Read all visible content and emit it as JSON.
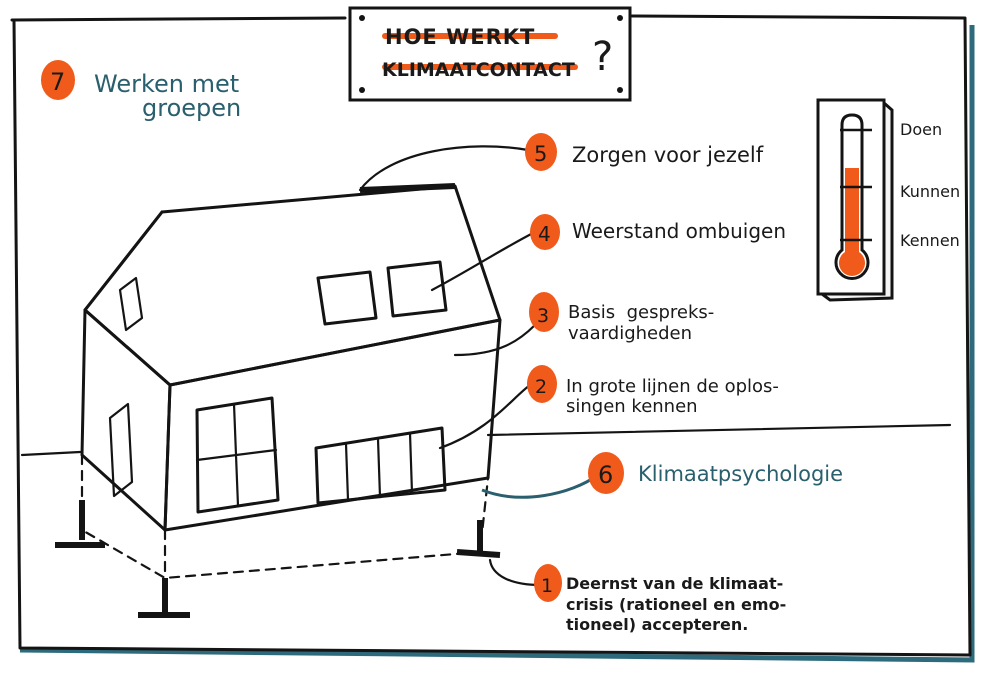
{
  "title": {
    "line1": "HOE WERKT",
    "line2": "KLIMAATCONTACT",
    "question_mark": "?"
  },
  "thermometer": {
    "levels": [
      "Doen",
      "Kunnen",
      "Kennen"
    ]
  },
  "steps": [
    {
      "number": "1",
      "lines": [
        "Deernst van de klimaat-",
        "crisis (rationeel en emo-",
        "tioneel) accepteren."
      ]
    },
    {
      "number": "2",
      "lines": [
        "In grote lijnen de oplos-",
        "singen kennen"
      ]
    },
    {
      "number": "3",
      "lines": [
        "Basis  gespreks-",
        "vaardigheden"
      ]
    },
    {
      "number": "4",
      "lines": [
        "Weerstand ombuigen"
      ]
    },
    {
      "number": "5",
      "lines": [
        "Zorgen voor jezelf"
      ]
    },
    {
      "number": "6",
      "lines": [
        "Klimaatpsychologie"
      ]
    },
    {
      "number": "7",
      "lines": [
        "Werken met",
        "groepen"
      ]
    }
  ],
  "colors": {
    "accent": "#f05a1a",
    "ink": "#141414",
    "teal": "#2a5f6e",
    "frame_shadow": "#2d6a7c",
    "thermo_fill": "#f05a1a"
  }
}
